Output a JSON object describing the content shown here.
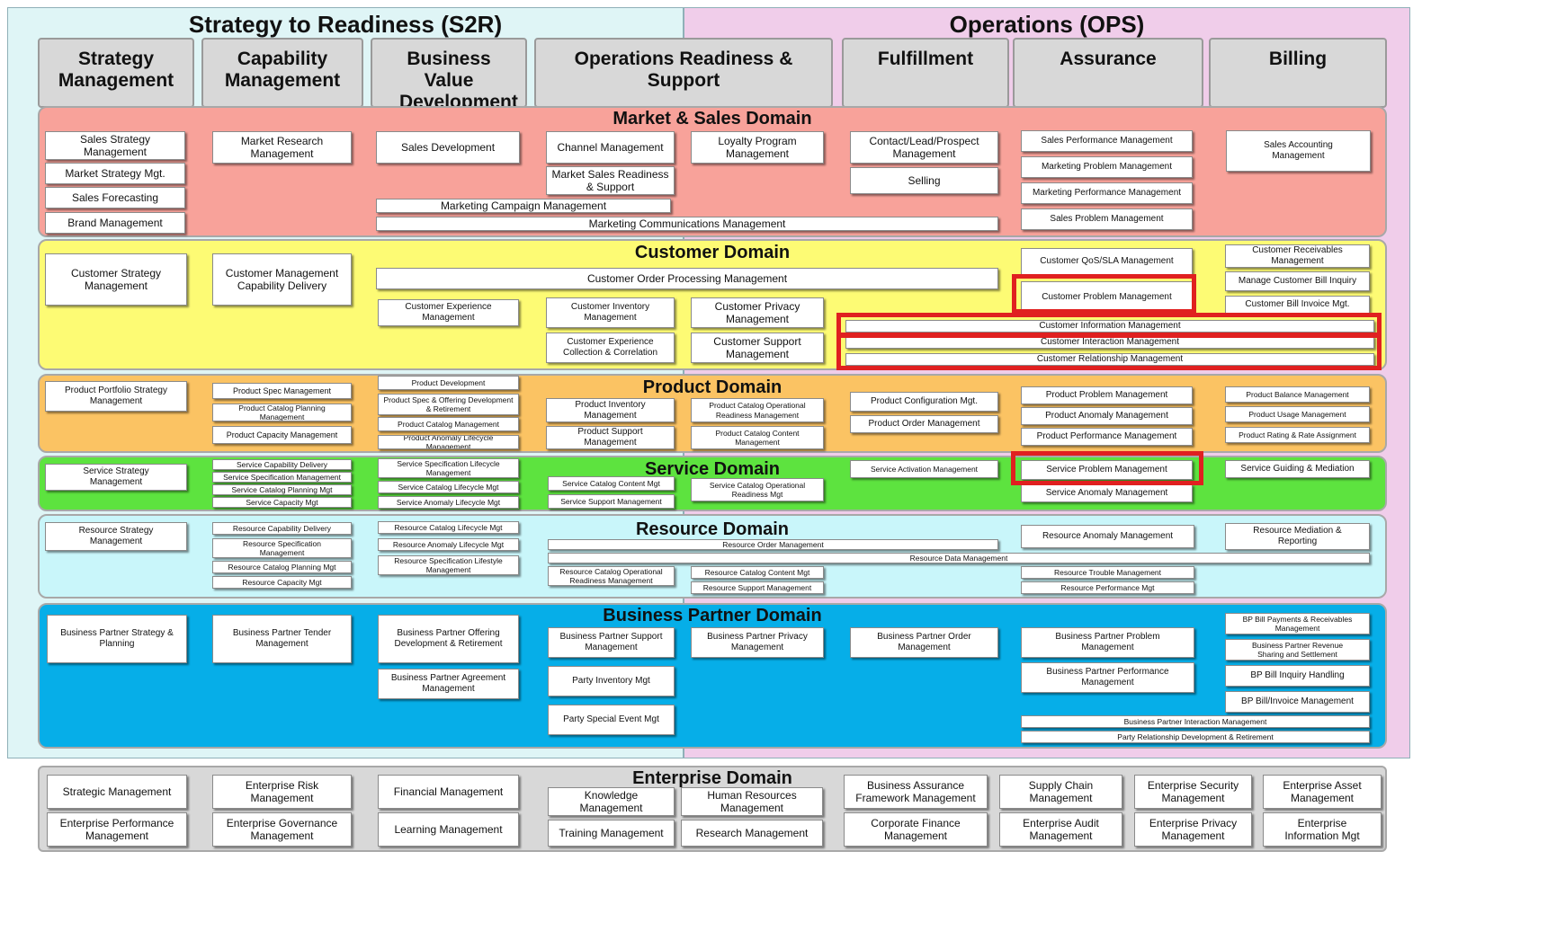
{
  "banners": {
    "s2r": "Strategy to Readiness (S2R)",
    "ops": "Operations (OPS)"
  },
  "columns": {
    "strategy": "Strategy Management",
    "capability": "Capability Management",
    "bvd": "Business Value Development",
    "ors": "Operations Readiness & Support",
    "fulfillment": "Fulfillment",
    "assurance": "Assurance",
    "billing": "Billing"
  },
  "domains": {
    "market": {
      "title": "Market & Sales Domain",
      "boxes": [
        "Sales Strategy Management",
        "Market Strategy Mgt.",
        "Sales Forecasting",
        "Brand Management",
        "Market Research Management",
        "Sales Development",
        "Channel Management",
        "Market Sales Readiness & Support",
        "Loyalty Program Management",
        "Marketing Campaign Management",
        "Marketing Communications Management",
        "Contact/Lead/Prospect Management",
        "Selling",
        "Sales Performance Management",
        "Marketing Problem Management",
        "Marketing Performance Management",
        "Sales Problem Management",
        "Sales Accounting Management"
      ]
    },
    "customer": {
      "title": "Customer Domain",
      "boxes": [
        "Customer Strategy Management",
        "Customer Management Capability Delivery",
        "Customer Order Processing Management",
        "Customer Experience Management",
        "Customer Inventory Management",
        "Customer Privacy Management",
        "Customer Experience Collection & Correlation",
        "Customer Support Management",
        "Customer QoS/SLA Management",
        "Customer Problem Management",
        "Customer Information Management",
        "Customer Interaction Management",
        "Customer Relationship Management",
        "Customer Receivables Management",
        "Manage Customer Bill Inquiry",
        "Customer Bill Invoice Mgt."
      ]
    },
    "product": {
      "title": "Product Domain",
      "boxes": [
        "Product Portfolio Strategy Management",
        "Product Spec Management",
        "Product Catalog Planning Management",
        "Product Capacity Management",
        "Product Development",
        "Product Spec & Offering Development & Retirement",
        "Product Catalog Management",
        "Product Anomaly Lifecycle Management",
        "Product Inventory Management",
        "Product Support Management",
        "Product Catalog Operational Readiness Management",
        "Product Catalog Content Management",
        "Product Configuration Mgt.",
        "Product Order Management",
        "Product Problem Management",
        "Product Anomaly Management",
        "Product Performance Management",
        "Product Balance Management",
        "Product Usage Management",
        "Product Rating & Rate Assignment"
      ]
    },
    "service": {
      "title": "Service Domain",
      "boxes": [
        "Service Strategy Management",
        "Service Capability Delivery",
        "Service Specification Management",
        "Service Catalog Planning Mgt",
        "Service Capacity Mgt",
        "Service Specification Lifecycle Management",
        "Service Catalog Lifecycle Mgt",
        "Service Anomaly Lifecycle Mgt",
        "Service Catalog Content Mgt",
        "Service Support Management",
        "Service Catalog Operational Readiness Mgt",
        "Service Activation Management",
        "Service Problem Management",
        "Service Anomaly Management",
        "Service Guiding & Mediation"
      ]
    },
    "resource": {
      "title": "Resource Domain",
      "boxes": [
        "Resource Strategy Management",
        "Resource Capability Delivery",
        "Resource Specification Management",
        "Resource Catalog Planning Mgt",
        "Resource Capacity Mgt",
        "Resource Catalog Lifecycle Mgt",
        "Resource Anomaly Lifecycle Mgt",
        "Resource Specification Lifestyle Management",
        "Resource Order Management",
        "Resource Data Management",
        "Resource Catalog Operational Readiness Management",
        "Resource Catalog Content Mgt",
        "Resource Support Management",
        "Resource Anomaly Management",
        "Resource Trouble Management",
        "Resource Performance Mgt",
        "Resource Mediation & Reporting"
      ]
    },
    "bp": {
      "title": "Business Partner Domain",
      "boxes": [
        "Business Partner Strategy & Planning",
        "Business Partner Tender Management",
        "Business Partner Offering Development & Retirement",
        "Business Partner Agreement Management",
        "Business Partner Support Management",
        "Party Inventory Mgt",
        "Party Special Event Mgt",
        "Business Partner Privacy Management",
        "Business Partner Order Management",
        "Business Partner Problem Management",
        "Business Partner Performance Management",
        "BP Bill Payments & Receivables Management",
        "Business Partner Revenue Sharing and Settlement",
        "BP Bill Inquiry Handling",
        "BP Bill/Invoice Management",
        "Business Partner Interaction Management",
        "Party Relationship Development & Retirement"
      ]
    },
    "enterprise": {
      "title": "Enterprise Domain",
      "boxes": [
        "Strategic Management",
        "Enterprise Performance Management",
        "Enterprise Risk Management",
        "Enterprise Governance Management",
        "Financial Management",
        "Learning Management",
        "Knowledge Management",
        "Training Management",
        "Human Resources Management",
        "Research Management",
        "Business Assurance Framework Management",
        "Corporate Finance Management",
        "Supply Chain Management",
        "Enterprise Audit Management",
        "Enterprise Security Management",
        "Enterprise Privacy Management",
        "Enterprise Asset Management",
        "Enterprise Information Mgt"
      ]
    }
  },
  "colors": {
    "s2r_bg": "#dff5f6",
    "ops_bg": "#f0cdea",
    "market": "#f8a29a",
    "customer": "#fdfb74",
    "product": "#fbc363",
    "service": "#5de33f",
    "resource": "#c9f6fa",
    "bp": "#06aee8",
    "enterprise": "#d8d8d8",
    "highlight": "#e02020"
  }
}
